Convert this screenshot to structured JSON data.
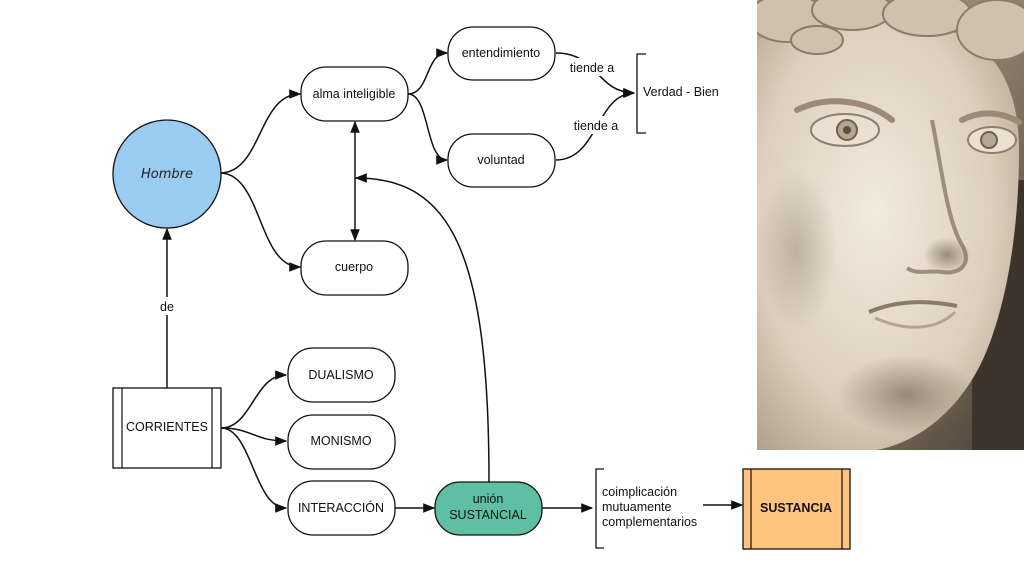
{
  "nodes": {
    "hombre": "Hombre",
    "alma": "alma inteligible",
    "cuerpo": "cuerpo",
    "entendimiento": "entendimiento",
    "voluntad": "voluntad",
    "verdad_bien": "Verdad - Bien",
    "corrientes": "CORRIENTES",
    "dualismo": "DUALISMO",
    "monismo": "MONISMO",
    "interaccion": "INTERACCIÓN",
    "union_line1": "unión",
    "union_line2": "SUSTANCIAL",
    "coimplicacion_line1": "coimplicación",
    "coimplicacion_line2": "mutuamente",
    "coimplicacion_line3": "complementarios",
    "sustancia": "SUSTANCIA"
  },
  "edge_labels": {
    "tiende_1": "tiende a",
    "tiende_2": "tiende a",
    "de": "de"
  },
  "colors": {
    "hombre_fill": "#99ccf0",
    "union_fill": "#5ebfa5",
    "sustancia_fill": "#ffc47e",
    "stroke": "#111111"
  },
  "image": {
    "subject": "marble-statue-face"
  }
}
